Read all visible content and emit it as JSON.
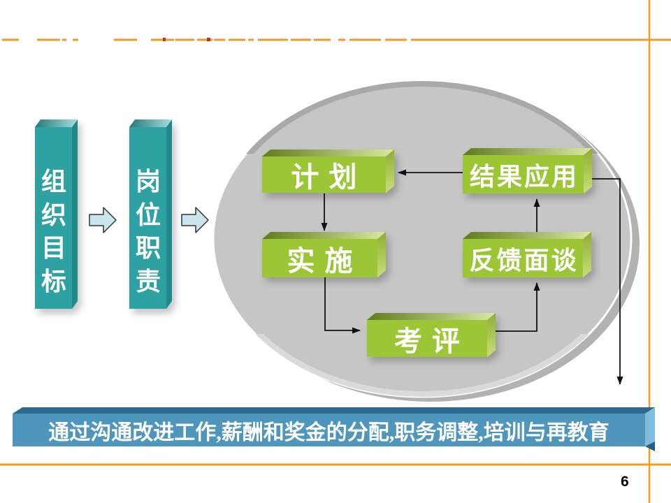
{
  "slide": {
    "page_number": "6",
    "input_flow": {
      "org_goal": "组织目标",
      "post_duty": "岗位职责"
    },
    "cycle": {
      "plan": "计划",
      "implement": "实施",
      "evaluate": "考评",
      "feedback": "反馈面谈",
      "result_apply": "结果应用"
    },
    "footer_bar": {
      "text": "通过沟通改进工作,薪酬和奖金的分配,职务调整,培训与再教育"
    },
    "icons": {
      "flow_arrow": "block-arrow-right",
      "connector_arrow": "black-arrow"
    },
    "colors": {
      "accent_orange": "#F29B1D",
      "process_box_green": "#9CC636",
      "input_box_teal": "#2DA2A2",
      "footer_bar_blue": "#4F96BD",
      "ellipse_gray": "#C6C6C6",
      "connector_black": "#111111",
      "text_white": "#FFFFFF"
    }
  }
}
